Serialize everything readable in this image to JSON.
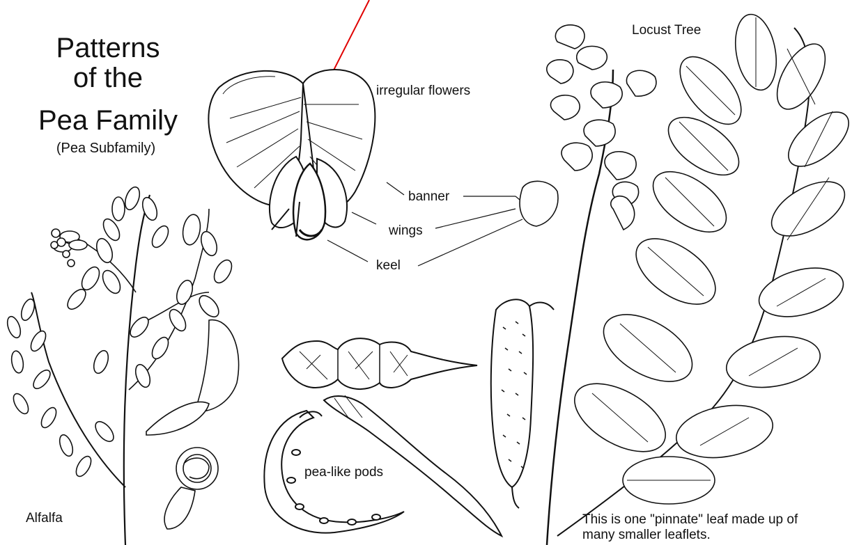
{
  "title": {
    "line1": "Patterns",
    "line2": "of the",
    "line3": "Pea Family"
  },
  "subtitle": "(Pea Subfamily)",
  "labels": {
    "irregular_flowers": "irregular flowers",
    "banner": "banner",
    "wings": "wings",
    "keel": "keel",
    "locust_tree": "Locust Tree",
    "alfalfa": "Alfalfa",
    "pea_like_pods": "pea-like pods"
  },
  "caption": {
    "line1": "This is one \"pinnate\" leaf made up of",
    "line2": "many smaller leaflets."
  },
  "colors": {
    "ink": "#111111",
    "annotation_arrow": "#e00000",
    "background": "#ffffff"
  }
}
